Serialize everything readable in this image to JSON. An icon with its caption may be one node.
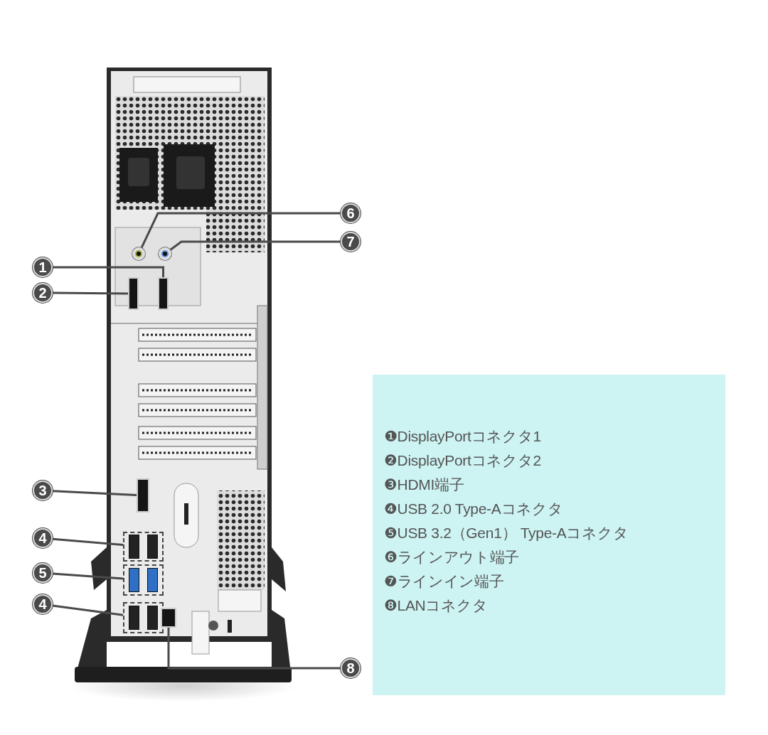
{
  "diagram": {
    "nodes": [
      {
        "text": [
          "6"
        ]
      },
      {
        "text": [
          "7"
        ]
      },
      {
        "text": [
          "1"
        ]
      },
      {
        "text": [
          "2"
        ]
      },
      {
        "text": [
          "3"
        ]
      },
      {
        "text": [
          "4"
        ]
      },
      {
        "text": [
          "5"
        ]
      },
      {
        "text": [
          "4"
        ]
      },
      {
        "text": [
          "8"
        ]
      },
      {
        "text": [],
        "shape": "circle"
      },
      {
        "text": [],
        "shape": "circle"
      },
      {
        "text": [],
        "shape": "box"
      },
      {
        "text": [],
        "shape": "box"
      },
      {
        "text": [],
        "shape": "box"
      },
      {
        "text": [],
        "shape": "box"
      },
      {
        "text": [],
        "shape": "box"
      },
      {
        "text": [],
        "shape": "box"
      },
      {
        "text": [],
        "shape": "box"
      },
      {
        "text": [
          "❶DisplayPortコネクタ1",
          "❷DisplayPortコネクタ2",
          "❸HDMI端子",
          "❹USB 2.0 Type-Aコネクタ",
          "❺USB 3.2（Gen1） Type-Aコネクタ",
          "❻ラインアウト端子",
          "❼ラインイン端子",
          "❽LANコネクタ"
        ]
      }
    ],
    "edges": [
      {
        "from": 0,
        "to": 9,
        "arrow": "none"
      },
      {
        "from": 1,
        "to": 10,
        "arrow": "none"
      },
      {
        "from": 2,
        "to": 12,
        "arrow": "none"
      },
      {
        "from": 3,
        "to": 11,
        "arrow": "none"
      },
      {
        "from": 4,
        "to": 13,
        "arrow": "none"
      },
      {
        "from": 5,
        "to": 14,
        "arrow": "none"
      },
      {
        "from": 6,
        "to": 15,
        "arrow": "none"
      },
      {
        "from": 7,
        "to": 16,
        "arrow": "none"
      },
      {
        "from": 8,
        "to": 17,
        "arrow": "none"
      }
    ]
  }
}
